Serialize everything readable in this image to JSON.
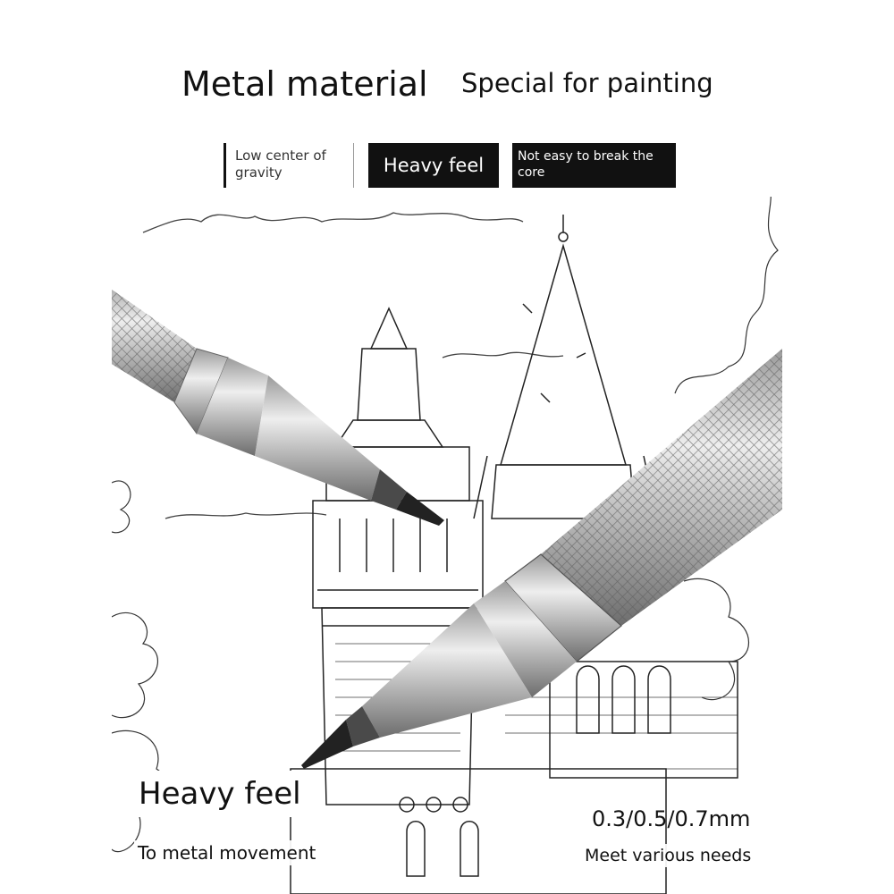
{
  "header": {
    "title_left": "Metal material",
    "title_right": "Special for painting"
  },
  "features": {
    "item1": "Low center of gravity",
    "item2": "Heavy feel",
    "item3": "Not easy to break the core"
  },
  "captions": {
    "bottom_left_main": "Heavy feel",
    "bottom_left_sub": "To metal movement",
    "bottom_right_main": "0.3/0.5/0.7mm",
    "bottom_right_sub": "Meet various needs"
  },
  "colors": {
    "text": "#111111",
    "label_bg": "#111111",
    "label_text": "#ffffff",
    "metal_light": "#d9d9d9",
    "metal_dark": "#8a8a8a"
  }
}
